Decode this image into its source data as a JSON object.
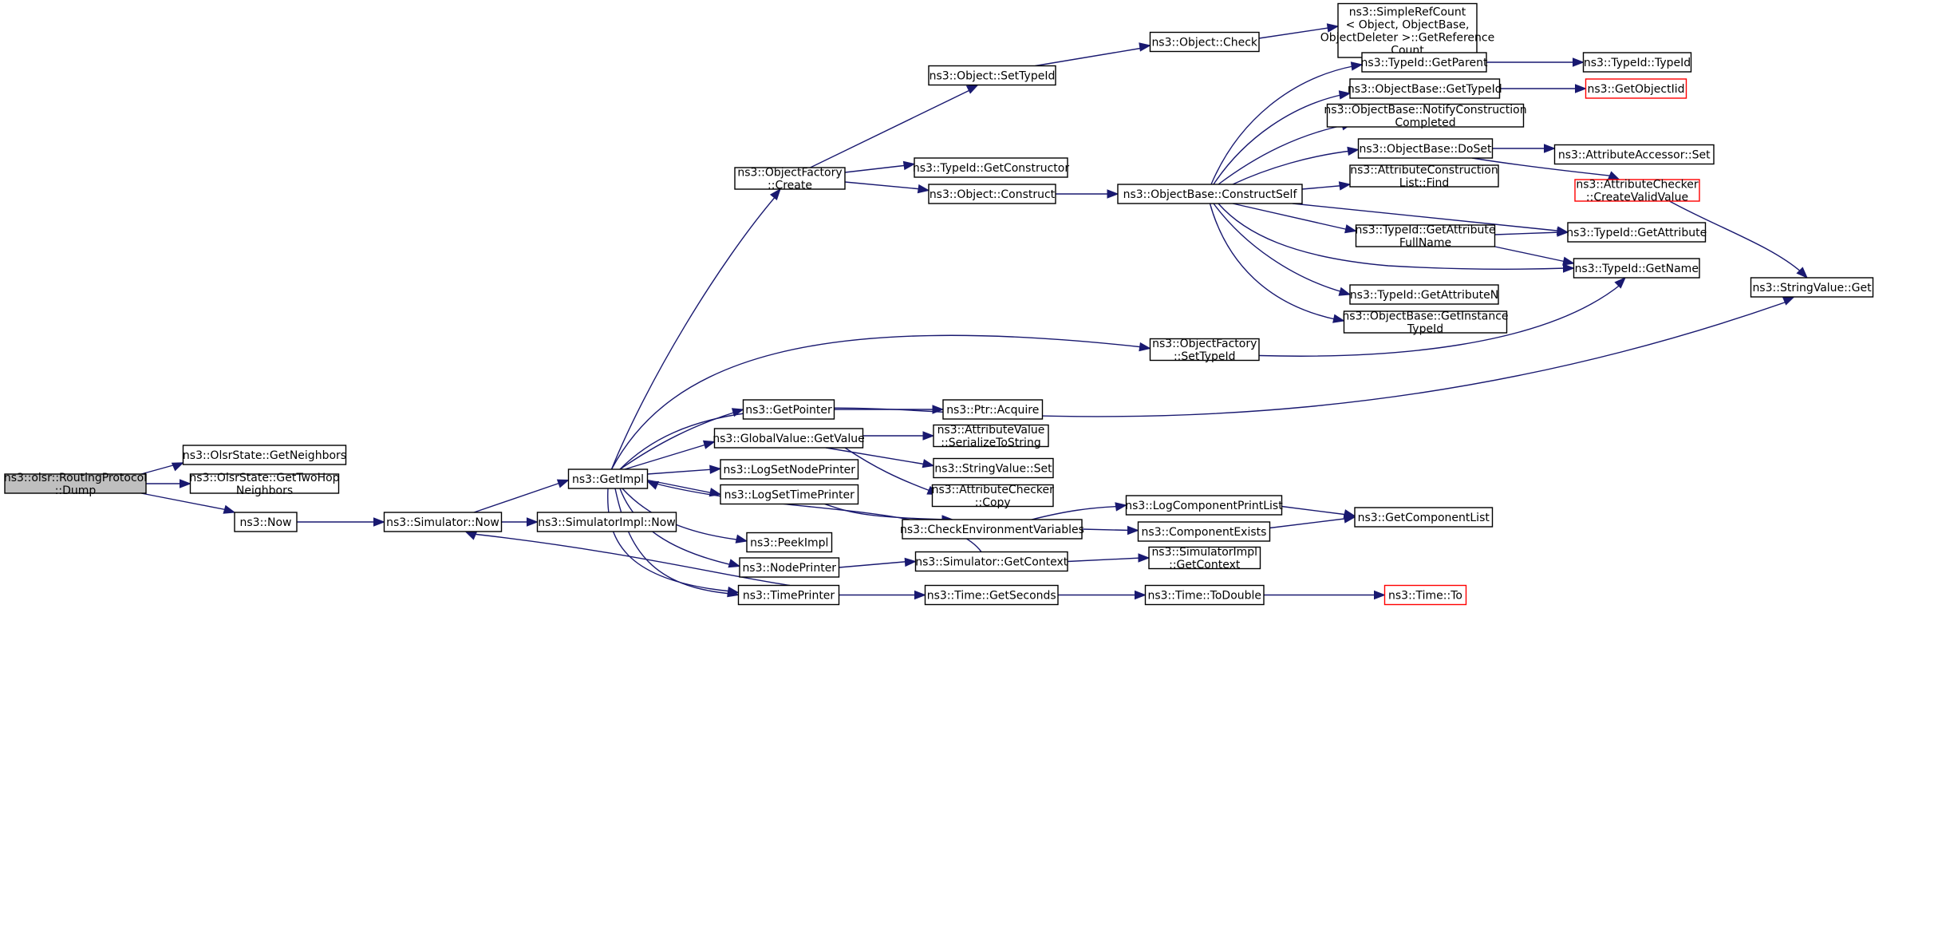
{
  "colors": {
    "edge": "#191970",
    "node_border": "#000000",
    "node_fill": "#ffffff",
    "root_fill": "#bfbfbf",
    "truncated_border": "#ff0000"
  },
  "nodes": {
    "dump": [
      "ns3::olsr::RoutingProtocol",
      "::Dump"
    ],
    "getNeighbors": [
      "ns3::OlsrState::GetNeighbors"
    ],
    "getTwoHop": [
      "ns3::OlsrState::GetTwoHop",
      "Neighbors"
    ],
    "now": [
      "ns3::Now"
    ],
    "simNow": [
      "ns3::Simulator::Now"
    ],
    "simImplNow": [
      "ns3::SimulatorImpl::Now"
    ],
    "getImpl": [
      "ns3::GetImpl"
    ],
    "ofCreate": [
      "ns3::ObjectFactory",
      "::Create"
    ],
    "objSetTypeId": [
      "ns3::Object::SetTypeId"
    ],
    "objCheck": [
      "ns3::Object::Check"
    ],
    "refCount": [
      "ns3::SimpleRefCount",
      "< Object, ObjectBase,",
      "ObjectDeleter >::GetReference",
      "Count"
    ],
    "getCtor": [
      "ns3::TypeId::GetConstructor"
    ],
    "objConstruct": [
      "ns3::Object::Construct"
    ],
    "constructSelf": [
      "ns3::ObjectBase::ConstructSelf"
    ],
    "getParent": [
      "ns3::TypeId::GetParent"
    ],
    "typeIdTypeId": [
      "ns3::TypeId::TypeId"
    ],
    "obGetTypeId": [
      "ns3::ObjectBase::GetTypeId"
    ],
    "getObjectIid": [
      "ns3::GetObjectIid"
    ],
    "notifyCC": [
      "ns3::ObjectBase::NotifyConstruction",
      "Completed"
    ],
    "doSet": [
      "ns3::ObjectBase::DoSet"
    ],
    "aaSet": [
      "ns3::AttributeAccessor::Set"
    ],
    "aclFind": [
      "ns3::AttributeConstruction",
      "List::Find"
    ],
    "createValid": [
      "ns3::AttributeChecker",
      "::CreateValidValue"
    ],
    "getAttrFull": [
      "ns3::TypeId::GetAttribute",
      "FullName"
    ],
    "getAttribute": [
      "ns3::TypeId::GetAttribute"
    ],
    "getName": [
      "ns3::TypeId::GetName"
    ],
    "svGet": [
      "ns3::StringValue::Get"
    ],
    "getAttrN": [
      "ns3::TypeId::GetAttributeN"
    ],
    "getInstTid": [
      "ns3::ObjectBase::GetInstance",
      "TypeId"
    ],
    "ofSetTypeId": [
      "ns3::ObjectFactory",
      "::SetTypeId"
    ],
    "getPointer": [
      "ns3::GetPointer"
    ],
    "ptrAcquire": [
      "ns3::Ptr::Acquire"
    ],
    "gvGetValue": [
      "ns3::GlobalValue::GetValue"
    ],
    "avSerialize": [
      "ns3::AttributeValue",
      "::SerializeToString"
    ],
    "logNodePr": [
      "ns3::LogSetNodePrinter"
    ],
    "svSet": [
      "ns3::StringValue::Set"
    ],
    "logTimePr": [
      "ns3::LogSetTimePrinter"
    ],
    "acCopy": [
      "ns3::AttributeChecker",
      "::Copy"
    ],
    "logCPL": [
      "ns3::LogComponentPrintList"
    ],
    "getCompList": [
      "ns3::GetComponentList"
    ],
    "checkEnv": [
      "ns3::CheckEnvironmentVariables"
    ],
    "compExists": [
      "ns3::ComponentExists"
    ],
    "peekImpl": [
      "ns3::PeekImpl"
    ],
    "nodePrinter": [
      "ns3::NodePrinter"
    ],
    "simGetCtx": [
      "ns3::Simulator::GetContext"
    ],
    "simImplGetCtx": [
      "ns3::SimulatorImpl",
      "::GetContext"
    ],
    "timePrinter": [
      "ns3::TimePrinter"
    ],
    "timeGetSec": [
      "ns3::Time::GetSeconds"
    ],
    "timeToDouble": [
      "ns3::Time::ToDouble"
    ],
    "timeTo": [
      "ns3::Time::To"
    ]
  }
}
